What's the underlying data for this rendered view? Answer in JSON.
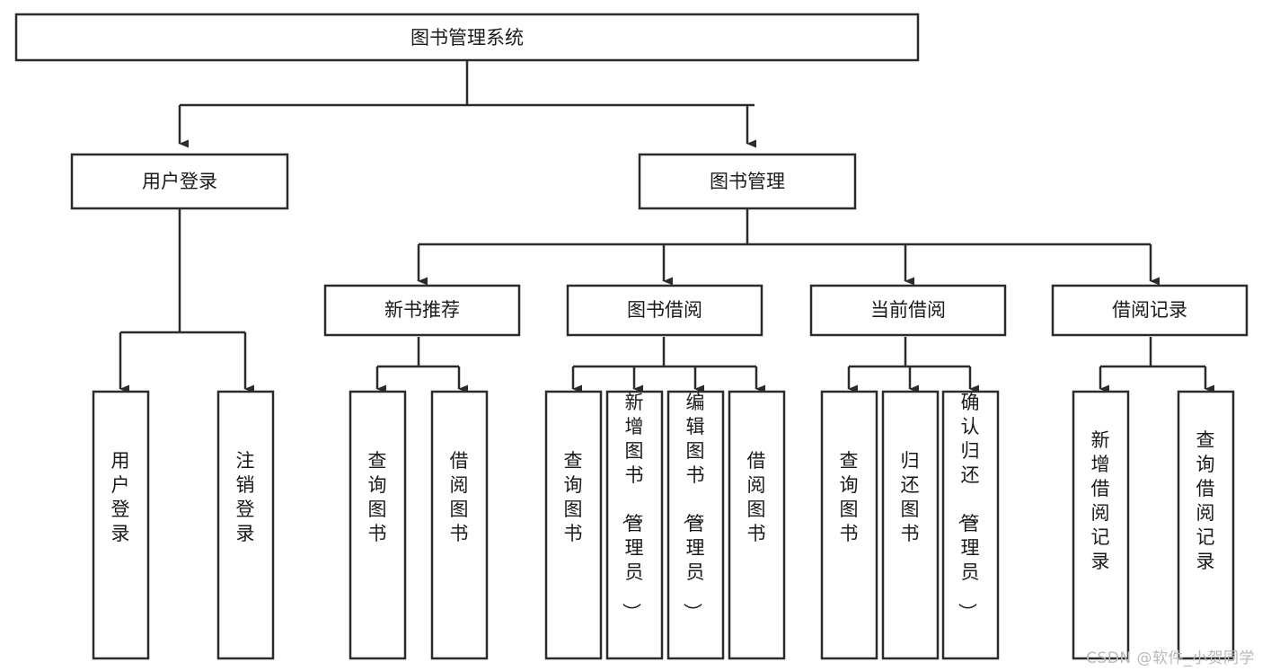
{
  "diagram": {
    "title": "图书管理系统",
    "type": "hierarchy-tree",
    "watermark": "CSDN @软件_小贺同学",
    "colors": {
      "stroke": "#2b2b2b",
      "fill": "#ffffff",
      "text": "#1a1a1a",
      "watermark": "#b9b9b9"
    },
    "levels": [
      {
        "level": 1,
        "nodes": [
          {
            "id": "root",
            "label": "图书管理系统",
            "orientation": "horizontal"
          }
        ]
      },
      {
        "level": 2,
        "nodes": [
          {
            "id": "login",
            "label": "用户登录",
            "orientation": "horizontal",
            "parent": "root"
          },
          {
            "id": "bookmgmt",
            "label": "图书管理",
            "orientation": "horizontal",
            "parent": "root"
          }
        ]
      },
      {
        "level": 3,
        "nodes": [
          {
            "id": "newbook",
            "label": "新书推荐",
            "orientation": "horizontal",
            "parent": "bookmgmt"
          },
          {
            "id": "borrow",
            "label": "图书借阅",
            "orientation": "horizontal",
            "parent": "bookmgmt"
          },
          {
            "id": "current",
            "label": "当前借阅",
            "orientation": "horizontal",
            "parent": "bookmgmt"
          },
          {
            "id": "records",
            "label": "借阅记录",
            "orientation": "horizontal",
            "parent": "bookmgmt"
          }
        ]
      },
      {
        "level": 4,
        "nodes": [
          {
            "id": "leaf-1",
            "label": "用户登录",
            "orientation": "vertical",
            "parent": "login"
          },
          {
            "id": "leaf-2",
            "label": "注销登录",
            "orientation": "vertical",
            "parent": "login"
          },
          {
            "id": "leaf-3",
            "label": "查询图书",
            "orientation": "vertical",
            "parent": "newbook"
          },
          {
            "id": "leaf-4",
            "label": "借阅图书",
            "orientation": "vertical",
            "parent": "newbook"
          },
          {
            "id": "leaf-5",
            "label": "查询图书",
            "orientation": "vertical",
            "parent": "borrow"
          },
          {
            "id": "leaf-6",
            "label": "新增图书（管理员）",
            "orientation": "vertical",
            "parent": "borrow"
          },
          {
            "id": "leaf-7",
            "label": "编辑图书（管理员）",
            "orientation": "vertical",
            "parent": "borrow"
          },
          {
            "id": "leaf-8",
            "label": "借阅图书",
            "orientation": "vertical",
            "parent": "borrow"
          },
          {
            "id": "leaf-9",
            "label": "查询图书",
            "orientation": "vertical",
            "parent": "current"
          },
          {
            "id": "leaf-10",
            "label": "归还图书",
            "orientation": "vertical",
            "parent": "current"
          },
          {
            "id": "leaf-11",
            "label": "确认归还（管理员）",
            "orientation": "vertical",
            "parent": "current"
          },
          {
            "id": "leaf-12",
            "label": "新增借阅记录",
            "orientation": "vertical",
            "parent": "records"
          },
          {
            "id": "leaf-13",
            "label": "查询借阅记录",
            "orientation": "vertical",
            "parent": "records"
          }
        ]
      }
    ]
  }
}
